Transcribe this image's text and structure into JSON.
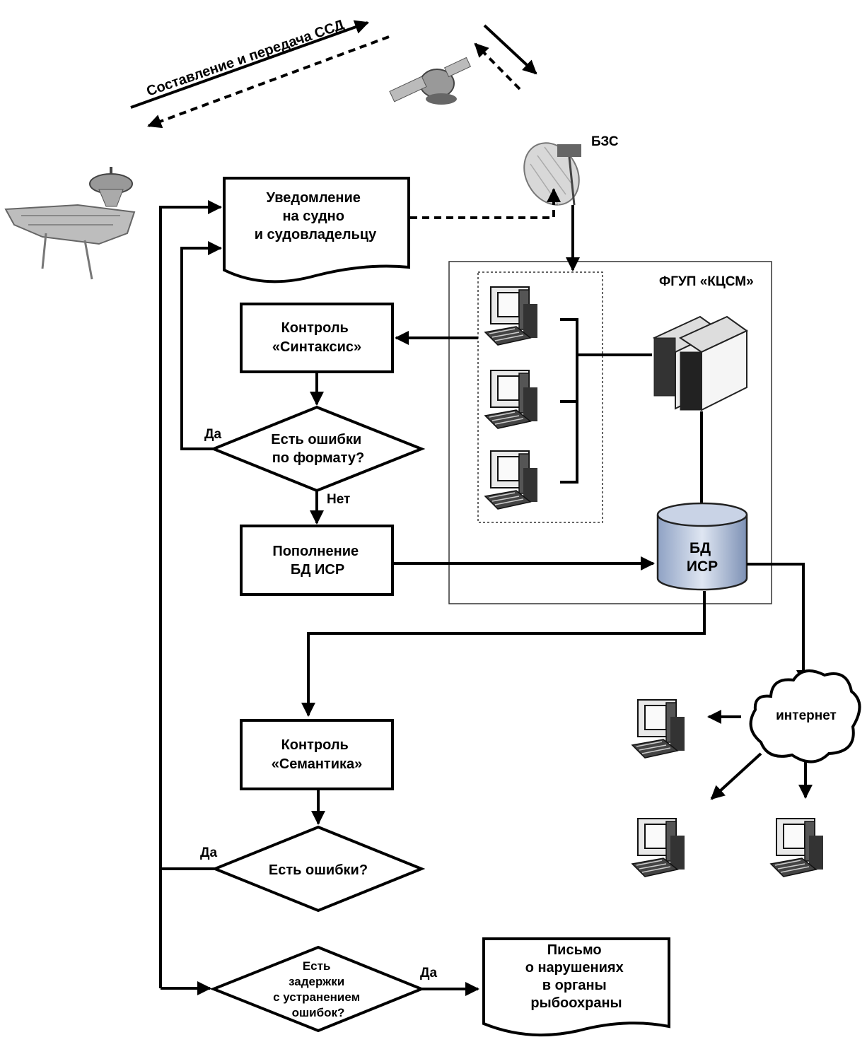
{
  "satellite_link": {
    "label": "Составление и передача ССД"
  },
  "station": {
    "label": "БЗС"
  },
  "center": {
    "label": "ФГУП «КЦСМ»"
  },
  "nodes": {
    "notify": [
      "Уведомление",
      "на судно",
      "и судовладельцу"
    ],
    "syntax": [
      "Контроль",
      "«Синтаксис»"
    ],
    "format_check": [
      "Есть ошибки",
      "по формату?"
    ],
    "db_add": [
      "Пополнение",
      "БД ИСР"
    ],
    "db": [
      "БД",
      "ИСР"
    ],
    "semantic": [
      "Контроль",
      "«Семантика»"
    ],
    "errors_check": [
      "Есть ошибки?"
    ],
    "delay_check": [
      "Есть",
      "задержки",
      "с устранением",
      "ошибок?"
    ],
    "letter": [
      "Письмо",
      "о нарушениях",
      "в органы",
      "рыбоохраны"
    ],
    "internet": "интернет"
  },
  "edge_labels": {
    "yes_format": "Да",
    "no_format": "Нет",
    "yes_errors": "Да",
    "yes_delay": "Да"
  }
}
